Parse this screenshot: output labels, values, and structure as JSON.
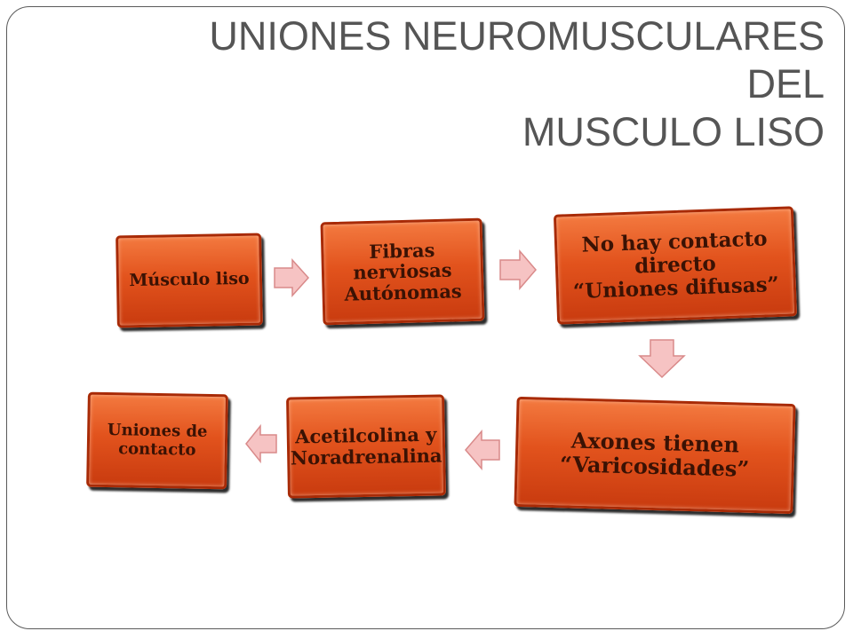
{
  "slide": {
    "title_lines": [
      "UNIONES NEUROMUSCULARES DEL",
      "MUSCULO LISO"
    ]
  },
  "flow": {
    "nodes": [
      {
        "id": "musculo-liso",
        "label": "Músculo liso"
      },
      {
        "id": "fibras-nerviosas",
        "label": "Fibras nerviosas\nAutónomas"
      },
      {
        "id": "no-contacto",
        "label": "No hay contacto\ndirecto\n“Uniones difusas”"
      },
      {
        "id": "axones",
        "label": "Axones tienen\n“Varicosidades”"
      },
      {
        "id": "acetilcolina",
        "label": "Acetilcolina y\nNoradrenalina"
      },
      {
        "id": "uniones-contacto",
        "label": "Uniones de\ncontacto"
      }
    ],
    "edges": [
      {
        "from": "musculo-liso",
        "to": "fibras-nerviosas",
        "direction": "right"
      },
      {
        "from": "fibras-nerviosas",
        "to": "no-contacto",
        "direction": "right"
      },
      {
        "from": "no-contacto",
        "to": "axones",
        "direction": "down"
      },
      {
        "from": "axones",
        "to": "acetilcolina",
        "direction": "left"
      },
      {
        "from": "acetilcolina",
        "to": "uniones-contacto",
        "direction": "left"
      }
    ]
  },
  "colors": {
    "box_fill": "#e2531d",
    "box_border": "#a82a06",
    "box_text": "#3a1204",
    "arrow_fill": "#f6c3c3",
    "arrow_stroke": "#d98a8a",
    "title": "#555555",
    "frame": "#5a5a5a"
  }
}
